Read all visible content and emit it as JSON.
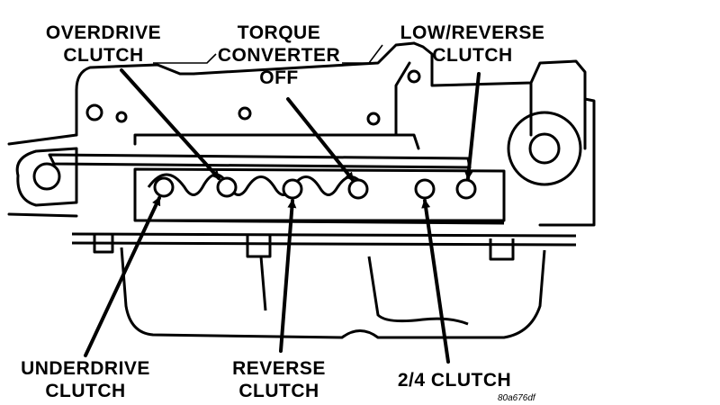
{
  "labels": {
    "overdrive_clutch": [
      "OVERDRIVE",
      "CLUTCH"
    ],
    "torque_converter_off": [
      "TORQUE",
      "CONVERTER",
      "OFF"
    ],
    "low_reverse_clutch": [
      "LOW/REVERSE",
      "CLUTCH"
    ],
    "underdrive_clutch": [
      "UNDERDRIVE",
      "CLUTCH"
    ],
    "reverse_clutch": [
      "REVERSE",
      "CLUTCH"
    ],
    "two_four_clutch": [
      "2/4 CLUTCH"
    ]
  },
  "figure_code": "80a676df",
  "colors": {
    "ink": "#000000",
    "paper": "#ffffff"
  }
}
